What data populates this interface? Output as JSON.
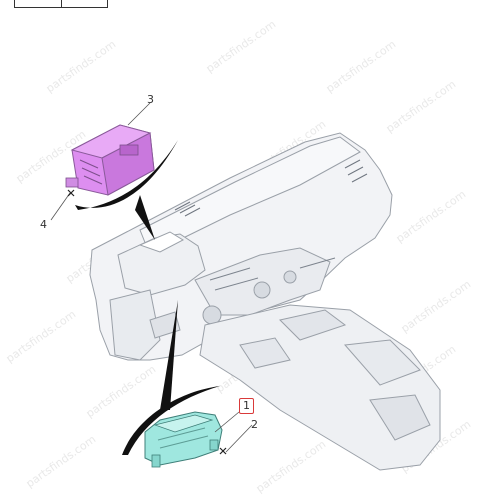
{
  "diagram": {
    "watermark": "partsfinds.com",
    "callouts": {
      "1": "1",
      "2": "2",
      "3": "3",
      "4": "4"
    },
    "colors": {
      "accent_box": "#d93a3a",
      "module_3": "#dd8ef0",
      "cluster_1": "#9fe7df",
      "dashboard_fill": "#f2f3f6",
      "dashboard_line": "#9aa0a8",
      "swoosh": "#111111"
    },
    "parts": [
      {
        "callout": "1",
        "icon": "instrument-cluster"
      },
      {
        "callout": "2",
        "icon": "screw-fastener"
      },
      {
        "callout": "3",
        "icon": "electronic-module"
      },
      {
        "callout": "4",
        "icon": "screw-fastener"
      }
    ]
  }
}
